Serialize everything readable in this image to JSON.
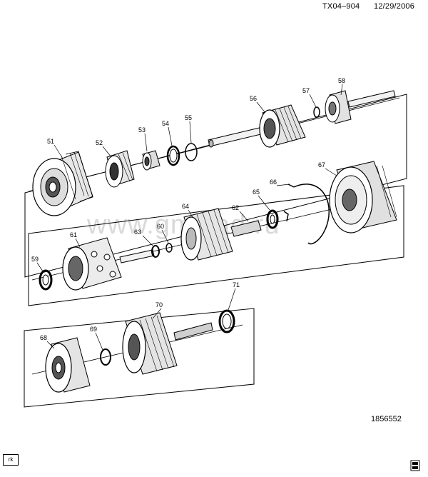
{
  "header": {
    "code": "TX04–904",
    "date": "12/29/2006"
  },
  "figure_number": "1856552",
  "corner_label": "rk",
  "watermark": "www.gmklad.ru",
  "callouts": {
    "51": "51",
    "52": "52",
    "53": "53",
    "54": "54",
    "55": "55",
    "56": "56",
    "57": "57",
    "58": "58",
    "59": "59",
    "60": "60",
    "61": "61",
    "62": "62",
    "63": "63",
    "64": "64",
    "65": "65",
    "66": "66",
    "67": "67",
    "68": "68",
    "69": "69",
    "70": "70",
    "71": "71"
  }
}
